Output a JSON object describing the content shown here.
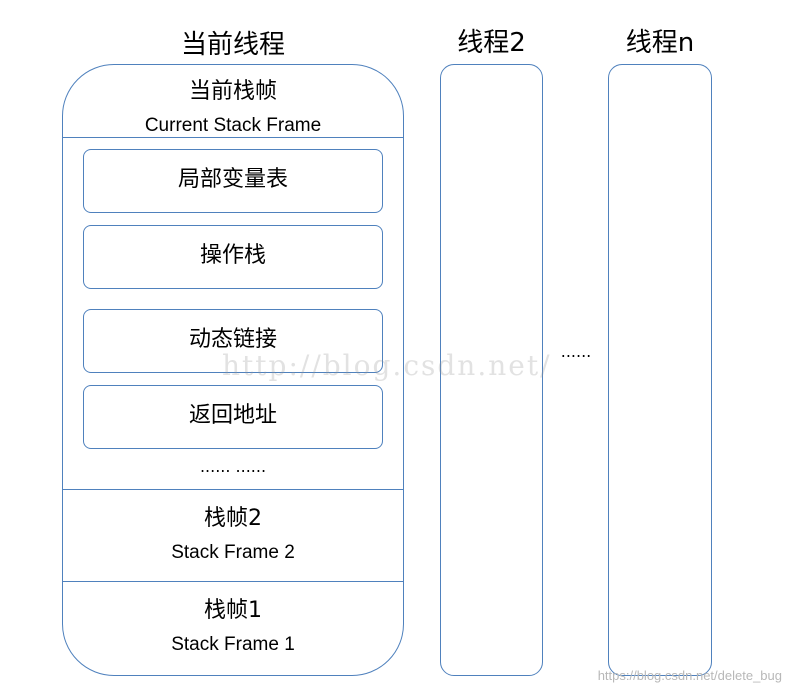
{
  "titles": {
    "current_thread": "当前线程",
    "thread_2": "线程2",
    "thread_n": "线程n"
  },
  "current_frame": {
    "label_zh": "当前栈帧",
    "label_en": "Current Stack Frame",
    "components": [
      "局部变量表",
      "操作栈",
      "动态链接",
      "返回地址"
    ],
    "ellipsis": "...... ......"
  },
  "stack_frame_2": {
    "label_zh": "栈帧2",
    "label_en": "Stack Frame 2"
  },
  "stack_frame_1": {
    "label_zh": "栈帧1",
    "label_en": "Stack Frame 1"
  },
  "between_threads_ellipsis": "......",
  "watermarks": {
    "center": "http://blog.csdn.net/",
    "corner": "https://blog.csdn.net/delete_bug"
  },
  "colors": {
    "border": "#4f81bd",
    "text": "#000000",
    "background": "#ffffff"
  }
}
